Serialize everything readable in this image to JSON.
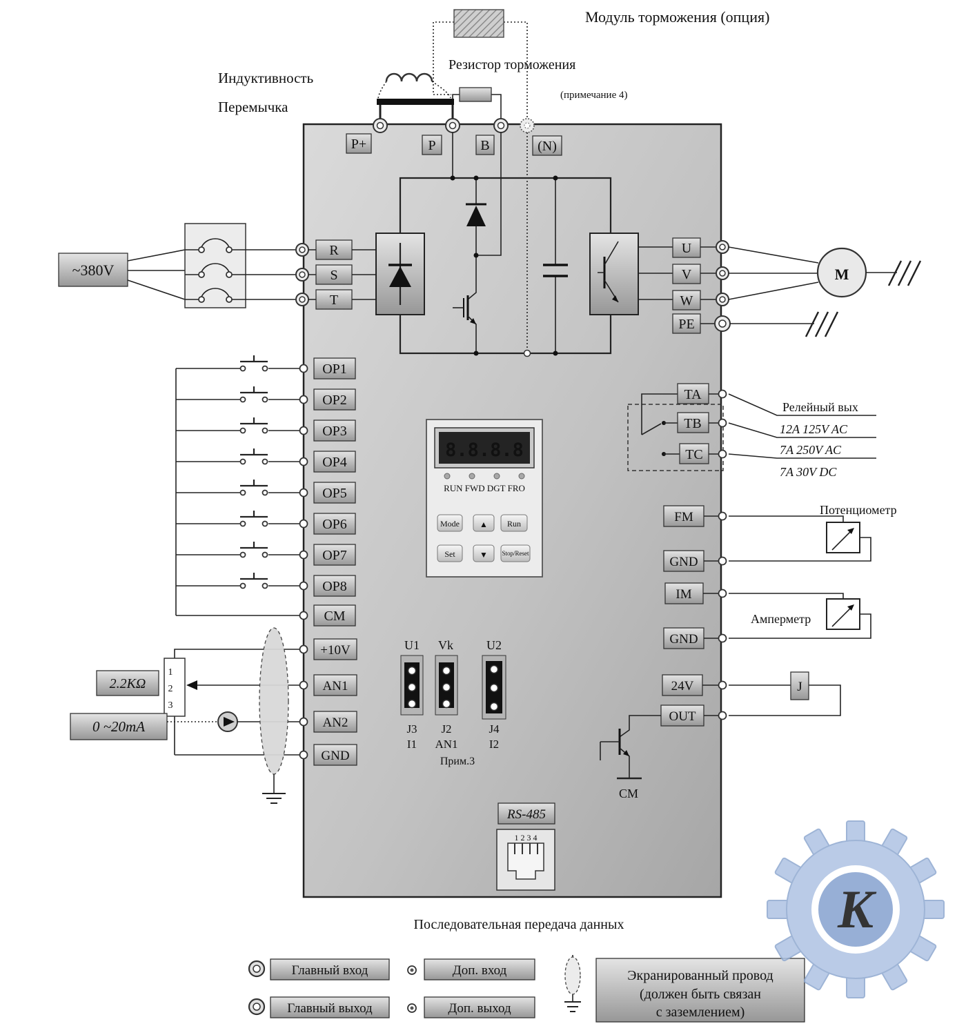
{
  "top": {
    "braking_module": "Модуль торможения (опция)",
    "braking_resistor": "Резистор торможения",
    "note4": "(примечание 4)",
    "inductance": "Индуктивность",
    "jumper": "Перемычка",
    "dc_terminals": [
      "P+",
      "P",
      "B",
      "(N)"
    ]
  },
  "power": {
    "supply": "~380V",
    "inputs": [
      "R",
      "S",
      "T"
    ],
    "outputs": [
      "U",
      "V",
      "W",
      "PE"
    ],
    "motor": "M"
  },
  "digital_inputs": [
    "OP1",
    "OP2",
    "OP3",
    "OP4",
    "OP5",
    "OP6",
    "OP7",
    "OP8",
    "CM"
  ],
  "analog_inputs": {
    "terminals": [
      "+10V",
      "AN1",
      "AN2",
      "GND"
    ],
    "pot_pins": [
      "1",
      "2",
      "3"
    ],
    "pot_value": "2.2KΩ",
    "current_loop": "0 ~20mA"
  },
  "keypad": {
    "display": "8.8.8.8",
    "led_labels": "RUN FWD DGT FRO",
    "btn_mode": "Mode",
    "btn_up": "▲",
    "btn_run": "Run",
    "btn_set": "Set",
    "btn_down": "▼",
    "btn_stop": "Stop/Reset"
  },
  "jumpers": {
    "u1": "U1",
    "vk": "Vk",
    "u2": "U2",
    "j3": "J3",
    "i1": "I1",
    "j2": "J2",
    "an1": "AN1",
    "j4": "J4",
    "i2": "I2",
    "note": "Прим.3"
  },
  "relay": {
    "terminals": [
      "TA",
      "TB",
      "TC"
    ],
    "caption": "Релейный вых",
    "ratings": [
      "12A 125V AC",
      "7A 250V AC",
      "7A 30V DC"
    ]
  },
  "analog_out": {
    "terminals": [
      "FM",
      "GND",
      "IM",
      "GND"
    ],
    "potentiometer": "Потенциометр",
    "ammeter": "Амперметр"
  },
  "digital_out": {
    "terminals": [
      "24V",
      "OUT"
    ],
    "relay": "J",
    "common": "CM"
  },
  "comm": {
    "label": "RS-485",
    "pins": "1 2 3 4",
    "caption": "Последовательная передача данных"
  },
  "legend": {
    "main_input": "Главный вход",
    "main_output": "Главный выход",
    "aux_input": "Доп. вход",
    "aux_output": "Доп. выход",
    "shield1": "Экранированный провод",
    "shield2": "(должен быть связан",
    "shield3": "с заземлением)"
  },
  "logo": {
    "letter": "K"
  },
  "colors": {
    "logo_blue": "#aec3e3",
    "display_red": "#e8392a"
  }
}
